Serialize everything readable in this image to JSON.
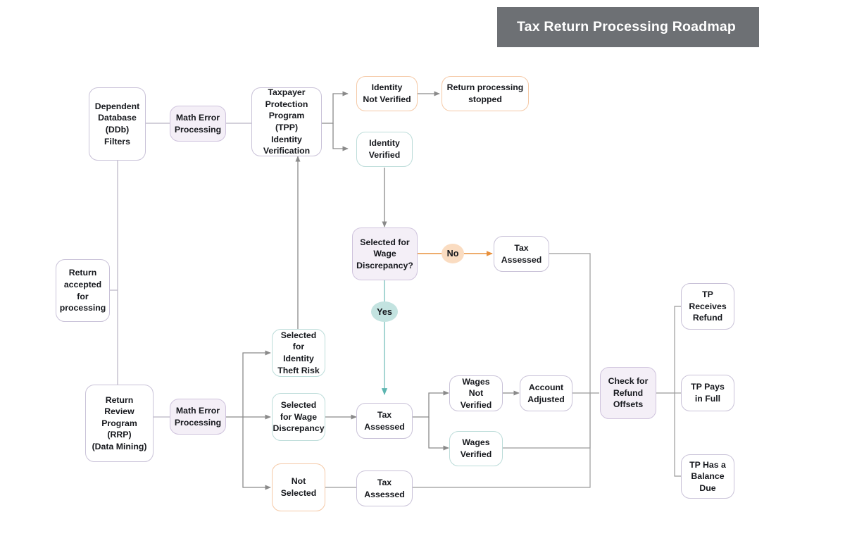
{
  "header": {
    "title": "Tax Return Processing Roadmap",
    "banner_color": "#6d7074"
  },
  "palette": {
    "node_border_default": "#c9c2d8",
    "node_fill_lavender": "#f4eff7",
    "node_border_teal": "#bcdcd9",
    "node_border_orange": "#f5c9a6",
    "edge_gray": "#8a8a8a",
    "edge_orange": "#e8903c",
    "edge_teal": "#5cb5b0",
    "label_no_fill": "#fadcc1",
    "label_yes_fill": "#c3e3e0"
  },
  "nodes": [
    {
      "id": "ddb",
      "label": "Dependent\nDatabase\n(DDb)\nFilters"
    },
    {
      "id": "math1",
      "label": "Math Error\nProcessing"
    },
    {
      "id": "tpp",
      "label": "Taxpayer\nProtection\nProgram (TPP)\nIdentity\nVerification"
    },
    {
      "id": "id_not_ver",
      "label": "Identity\nNot Verified"
    },
    {
      "id": "stopped",
      "label": "Return processing\nstopped"
    },
    {
      "id": "id_ver",
      "label": "Identity\nVerified"
    },
    {
      "id": "decision",
      "label": "Selected for\nWage\nDiscrepancy?"
    },
    {
      "id": "tax_top",
      "label": "Tax\nAssessed"
    },
    {
      "id": "accepted",
      "label": "Return\naccepted\nfor\nprocessing"
    },
    {
      "id": "rrp",
      "label": "Return\nReview\nProgram\n(RRP)\n(Data Mining)"
    },
    {
      "id": "math2",
      "label": "Math Error\nProcessing"
    },
    {
      "id": "sel_idtheft",
      "label": "Selected for\nIdentity\nTheft Risk"
    },
    {
      "id": "sel_wage",
      "label": "Selected\nfor Wage\nDiscrepancy"
    },
    {
      "id": "not_selected",
      "label": "Not\nSelected"
    },
    {
      "id": "tax_mid",
      "label": "Tax\nAssessed"
    },
    {
      "id": "wages_not_ver",
      "label": "Wages Not\nVerified"
    },
    {
      "id": "acct_adj",
      "label": "Account\nAdjusted"
    },
    {
      "id": "wages_ver",
      "label": "Wages\nVerified"
    },
    {
      "id": "tax_bot",
      "label": "Tax\nAssessed"
    },
    {
      "id": "check_offsets",
      "label": "Check for\nRefund\nOffsets"
    },
    {
      "id": "tp_refund",
      "label": "TP\nReceives\nRefund"
    },
    {
      "id": "tp_pays",
      "label": "TP Pays\nin Full"
    },
    {
      "id": "tp_balance",
      "label": "TP Has a\nBalance\nDue"
    }
  ],
  "edge_labels": [
    {
      "id": "no",
      "text": "No"
    },
    {
      "id": "yes",
      "text": "Yes"
    }
  ]
}
